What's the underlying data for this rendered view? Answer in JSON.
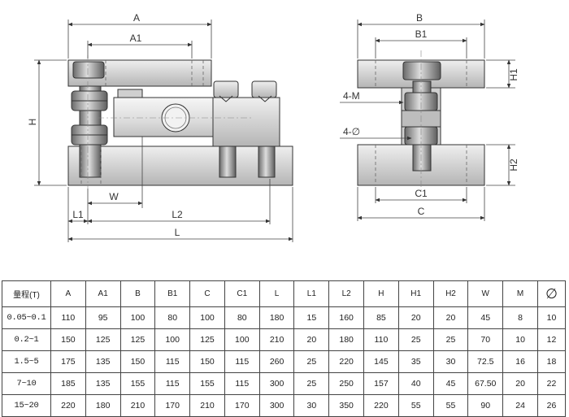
{
  "drawing": {
    "front_view": {
      "labels": {
        "A": "A",
        "A1": "A1",
        "H": "H",
        "W": "W",
        "L1": "L1",
        "L2": "L2",
        "L": "L"
      }
    },
    "side_view": {
      "labels": {
        "B": "B",
        "B1": "B1",
        "H1": "H1",
        "H2": "H2",
        "M": "4-M",
        "phi": "4-∅",
        "C1": "C1",
        "C": "C"
      }
    },
    "colors": {
      "part_fill": "#d7d7d7",
      "part_dark": "#8c8c8c",
      "line": "#333333"
    }
  },
  "table": {
    "headers": [
      "量程(T)",
      "A",
      "A1",
      "B",
      "B1",
      "C",
      "C1",
      "L",
      "L1",
      "L2",
      "H",
      "H1",
      "H2",
      "W",
      "M",
      "∅"
    ],
    "rows": [
      [
        "0.05~0.1",
        "110",
        "95",
        "100",
        "80",
        "100",
        "80",
        "180",
        "15",
        "160",
        "85",
        "20",
        "20",
        "45",
        "8",
        "10"
      ],
      [
        "0.2~1",
        "150",
        "125",
        "125",
        "100",
        "125",
        "100",
        "210",
        "20",
        "180",
        "110",
        "25",
        "25",
        "70",
        "10",
        "12"
      ],
      [
        "1.5~5",
        "175",
        "135",
        "150",
        "115",
        "150",
        "115",
        "260",
        "25",
        "220",
        "145",
        "35",
        "30",
        "72.5",
        "16",
        "18"
      ],
      [
        "7~10",
        "185",
        "135",
        "155",
        "115",
        "155",
        "115",
        "300",
        "25",
        "250",
        "157",
        "40",
        "45",
        "67.50",
        "20",
        "22"
      ],
      [
        "15~20",
        "220",
        "180",
        "210",
        "170",
        "210",
        "170",
        "300",
        "30",
        "350",
        "220",
        "55",
        "55",
        "90",
        "24",
        "26"
      ]
    ]
  }
}
